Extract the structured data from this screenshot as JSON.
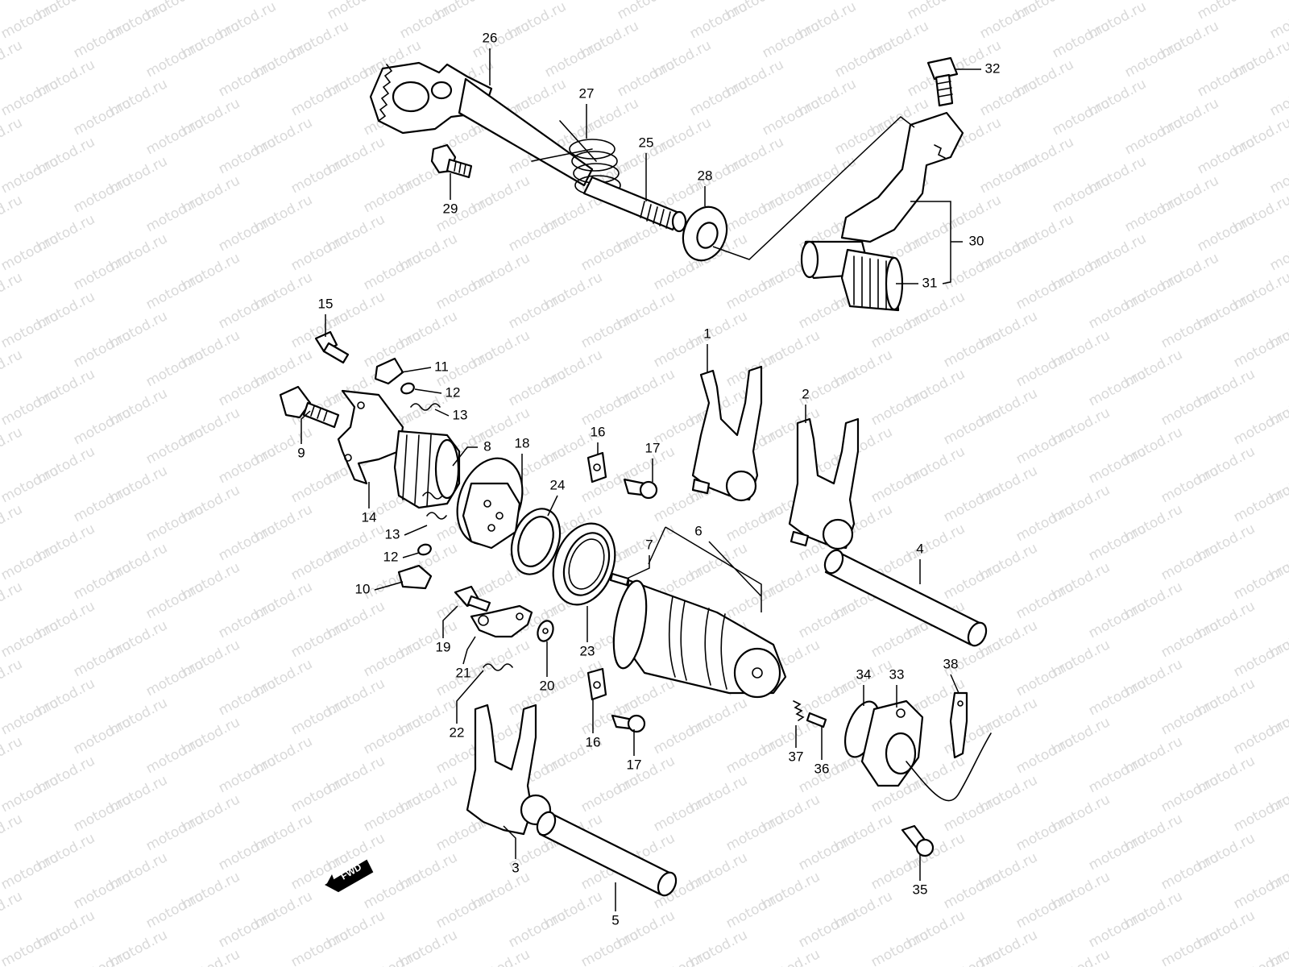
{
  "watermark": {
    "text": "motod.ru",
    "color": "#d9d9d9"
  },
  "direction_badge": {
    "label": "FWD",
    "icon": "arrow-left-icon"
  },
  "colors": {
    "line": "#000000",
    "background": "#ffffff"
  },
  "callouts": [
    {
      "id": "c1",
      "label": "1"
    },
    {
      "id": "c2",
      "label": "2"
    },
    {
      "id": "c3",
      "label": "3"
    },
    {
      "id": "c4",
      "label": "4"
    },
    {
      "id": "c5",
      "label": "5"
    },
    {
      "id": "c6",
      "label": "6"
    },
    {
      "id": "c7",
      "label": "7"
    },
    {
      "id": "c8",
      "label": "8"
    },
    {
      "id": "c9",
      "label": "9"
    },
    {
      "id": "c10",
      "label": "10"
    },
    {
      "id": "c11",
      "label": "11"
    },
    {
      "id": "c12a",
      "label": "12"
    },
    {
      "id": "c12b",
      "label": "12"
    },
    {
      "id": "c13a",
      "label": "13"
    },
    {
      "id": "c13b",
      "label": "13"
    },
    {
      "id": "c14",
      "label": "14"
    },
    {
      "id": "c15",
      "label": "15"
    },
    {
      "id": "c16a",
      "label": "16"
    },
    {
      "id": "c16b",
      "label": "16"
    },
    {
      "id": "c17a",
      "label": "17"
    },
    {
      "id": "c17b",
      "label": "17"
    },
    {
      "id": "c18",
      "label": "18"
    },
    {
      "id": "c19",
      "label": "19"
    },
    {
      "id": "c20",
      "label": "20"
    },
    {
      "id": "c21",
      "label": "21"
    },
    {
      "id": "c22",
      "label": "22"
    },
    {
      "id": "c23",
      "label": "23"
    },
    {
      "id": "c24",
      "label": "24"
    },
    {
      "id": "c25",
      "label": "25"
    },
    {
      "id": "c26",
      "label": "26"
    },
    {
      "id": "c27",
      "label": "27"
    },
    {
      "id": "c28",
      "label": "28"
    },
    {
      "id": "c29",
      "label": "29"
    },
    {
      "id": "c30",
      "label": "30"
    },
    {
      "id": "c31",
      "label": "31"
    },
    {
      "id": "c32",
      "label": "32"
    },
    {
      "id": "c33",
      "label": "33"
    },
    {
      "id": "c34",
      "label": "34"
    },
    {
      "id": "c35",
      "label": "35"
    },
    {
      "id": "c36",
      "label": "36"
    },
    {
      "id": "c37",
      "label": "37"
    },
    {
      "id": "c38",
      "label": "38"
    }
  ]
}
